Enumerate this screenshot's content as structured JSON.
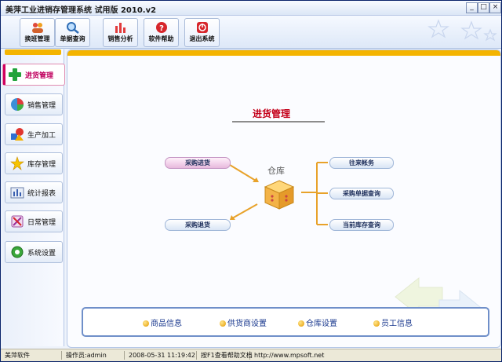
{
  "window": {
    "title": "美萍工业进销存管理系统 试用版 2010.v2",
    "minimize": "_",
    "restore": "□",
    "close": "×"
  },
  "toolbar": [
    {
      "label": "换班管理",
      "icon": "users-icon"
    },
    {
      "label": "单据查询",
      "icon": "magnifier-icon"
    },
    {
      "label": "销售分析",
      "icon": "bar-chart-icon"
    },
    {
      "label": "软件帮助",
      "icon": "help-icon"
    },
    {
      "label": "退出系统",
      "icon": "power-icon"
    }
  ],
  "nav": [
    {
      "label": "进货管理",
      "icon": "plus-icon",
      "active": true
    },
    {
      "label": "销售管理",
      "icon": "globe-icon"
    },
    {
      "label": "生产加工",
      "icon": "shapes-icon"
    },
    {
      "label": "库存管理",
      "icon": "star-icon"
    },
    {
      "label": "统计报表",
      "icon": "bar-report-icon"
    },
    {
      "label": "日常管理",
      "icon": "tools-icon"
    },
    {
      "label": "系统设置",
      "icon": "settings-icon"
    }
  ],
  "main": {
    "heading": "进货管理",
    "warehouse_label": "仓库",
    "left_buttons": [
      "采购进货",
      "采购退货"
    ],
    "right_buttons": [
      "往来帐务",
      "采购单据查询",
      "当前库存查询"
    ],
    "bottom_links": [
      "商品信息",
      "供货商设置",
      "仓库设置",
      "员工信息"
    ]
  },
  "statusbar": {
    "company": "美萍软件",
    "operator": "操作员:admin",
    "datetime": "2008-05-31 11:19:42",
    "help": "按F1查看帮助文档",
    "url": "http://www.mpsoft.net"
  },
  "colors": {
    "accent_yellow": "#f4b400",
    "heading_red": "#c4001a",
    "arrow_orange": "#e8a22a"
  }
}
